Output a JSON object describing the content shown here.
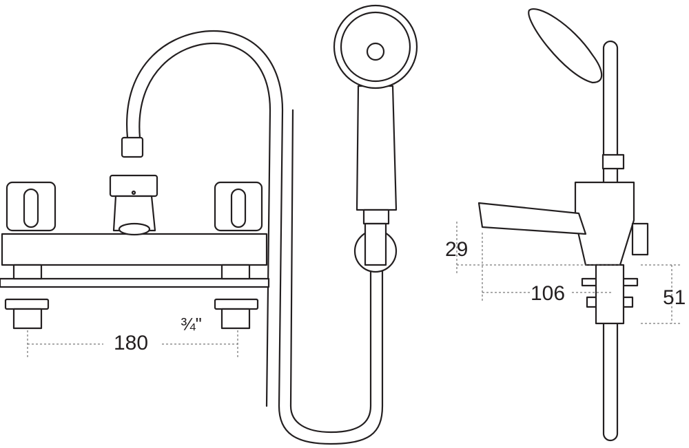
{
  "dimensions": {
    "tap_centres": "180",
    "thread_size": "¾\"",
    "spout_height": "29",
    "spout_reach": "106",
    "body_height": "51"
  }
}
